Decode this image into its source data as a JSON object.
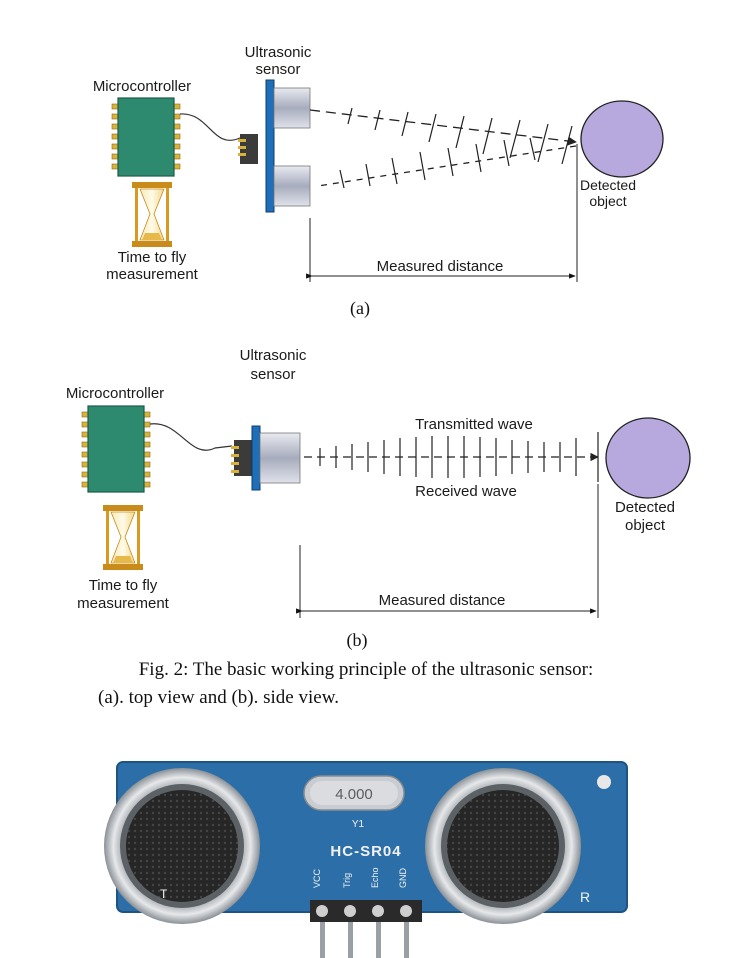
{
  "panel_a": {
    "sensor_label_1": "Ultrasonic",
    "sensor_label_2": "sensor",
    "mcu_label": "Microcontroller",
    "time_label_1": "Time to fly",
    "time_label_2": "measurement",
    "object_label_1": "Detected",
    "object_label_2": "object",
    "distance_label": "Measured distance",
    "tag": "(a)"
  },
  "panel_b": {
    "sensor_label_1": "Ultrasonic",
    "sensor_label_2": "sensor",
    "mcu_label": "Microcontroller",
    "time_label_1": "Time to fly",
    "time_label_2": "measurement",
    "transmitted_label": "Transmitted wave",
    "received_label": "Received wave",
    "object_label_1": "Detected",
    "object_label_2": "object",
    "distance_label": "Measured distance",
    "tag": "(b)"
  },
  "caption": {
    "line1": "Fig. 2: The basic working principle of the ultrasonic sensor:",
    "line2": "(a). top view and (b). side view."
  },
  "photo": {
    "crystal": "4.000",
    "crystal_ref": "Y1",
    "model": "HC-SR04",
    "pins": [
      "VCC",
      "Trig",
      "Echo",
      "GND"
    ],
    "left_mark": "T",
    "right_mark": "R"
  },
  "colors": {
    "mcu_body": "#2e8a6e",
    "mcu_pins": "#d8b23a",
    "sensor_blue": "#1e6fb8",
    "object_fill": "#b7a9dd",
    "pcb_blue": "#2c6fa8"
  }
}
